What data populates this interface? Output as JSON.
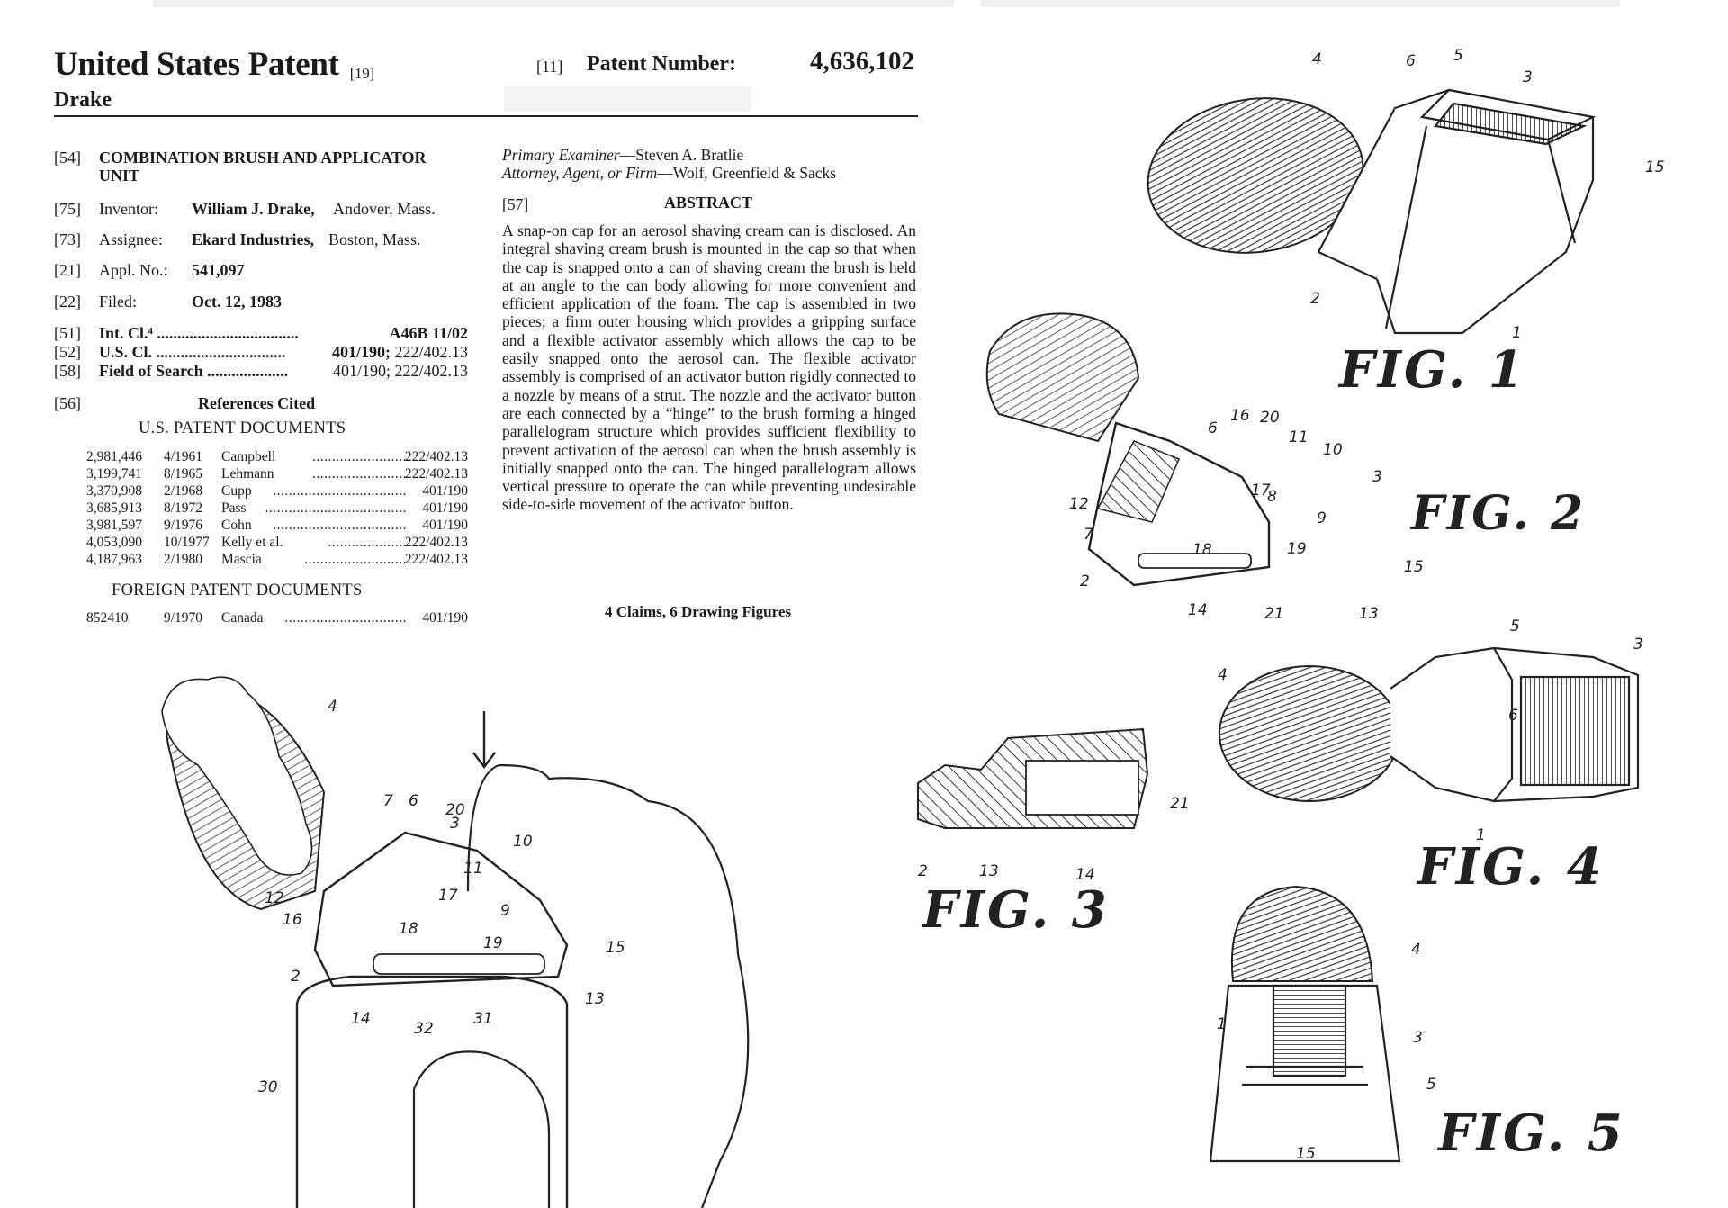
{
  "header": {
    "title": "United States Patent",
    "title_code": "[19]",
    "inventor_surname": "Drake",
    "patent_number_code": "[11]",
    "patent_number_label": "Patent Number:",
    "patent_number": "4,636,102"
  },
  "biblio": [
    {
      "code": "[54]",
      "text": "COMBINATION BRUSH AND APPLICATOR",
      "text2": "UNIT"
    },
    {
      "code": "[75]",
      "label": "Inventor:",
      "name": "William J. Drake,",
      "place": "Andover, Mass."
    },
    {
      "code": "[73]",
      "label": "Assignee:",
      "name": "Ekard Industries,",
      "place": "Boston, Mass."
    },
    {
      "code": "[21]",
      "label": "Appl. No.:",
      "value": "541,097"
    },
    {
      "code": "[22]",
      "label": "Filed:",
      "value": "Oct. 12, 1983"
    },
    {
      "code": "[51]",
      "label": "Int. Cl.⁴ ...................................",
      "value": "A46B 11/02"
    },
    {
      "code": "[52]",
      "label": "U.S. Cl. ................................",
      "value_bold": "401/190;",
      "value": "222/402.13"
    },
    {
      "code": "[58]",
      "label": "Field of Search ....................",
      "value": "401/190; 222/402.13"
    },
    {
      "code": "[56]",
      "label": "References Cited"
    }
  ],
  "us_patent_documents_heading": "U.S. PATENT DOCUMENTS",
  "us_patent_documents": [
    {
      "number": "2,981,446",
      "date": "4/1961",
      "name": "Campbell",
      "dots": "........................",
      "class": "222/402.13"
    },
    {
      "number": "3,199,741",
      "date": "8/1965",
      "name": "Lehmann",
      "dots": "........................",
      "class": "222/402.13"
    },
    {
      "number": "3,370,908",
      "date": "2/1968",
      "name": "Cupp",
      "dots": "..................................",
      "class": "401/190"
    },
    {
      "number": "3,685,913",
      "date": "8/1972",
      "name": "Pass",
      "dots": "....................................",
      "class": "401/190"
    },
    {
      "number": "3,981,597",
      "date": "9/1976",
      "name": "Cohn",
      "dots": "..................................",
      "class": "401/190"
    },
    {
      "number": "4,053,090",
      "date": "10/1977",
      "name": "Kelly et al.",
      "dots": "....................",
      "class": "222/402.13"
    },
    {
      "number": "4,187,963",
      "date": "2/1980",
      "name": "Mascia",
      "dots": "..........................",
      "class": "222/402.13"
    }
  ],
  "foreign_patent_documents_heading": "FOREIGN PATENT DOCUMENTS",
  "foreign_patent_documents": [
    {
      "number": "852410",
      "date": "9/1970",
      "name": "Canada",
      "dots": "...............................",
      "class": "401/190"
    }
  ],
  "examiner": {
    "primary_label": "Primary Examiner",
    "primary_name": "—Steven A. Bratlie",
    "attorney_label": "Attorney, Agent, or Firm",
    "attorney_name": "—Wolf, Greenfield & Sacks"
  },
  "abstract_code": "[57]",
  "abstract_heading": "ABSTRACT",
  "abstract_text": "A snap-on cap for an aerosol shaving cream can is disclosed. An integral shaving cream brush is mounted in the cap so that when the cap is snapped onto a can of shaving cream the brush is held at an angle to the can body allowing for more convenient and efficient application of the foam. The cap is assembled in two pieces; a firm outer housing which provides a gripping surface and a flexible activator assembly which allows the cap to be easily snapped onto the aerosol can. The flexible activator assembly is comprised of an activator button rigidly connected to a nozzle by means of a strut. The nozzle and the activator button are each connected by a “hinge” to the brush forming a hinged parallelogram structure which provides sufficient flexibility to prevent activation of the aerosol can when the brush assembly is initially snapped onto the can. The hinged parallelogram allows vertical pressure to operate the can while preventing undesirable side-to-side movement of the activator button.",
  "claims_line": "4 Claims, 6 Drawing Figures",
  "figures": {
    "fig1": "FIG. 1",
    "fig2": "FIG. 2",
    "fig3": "FIG. 3",
    "fig4": "FIG. 4",
    "fig5": "FIG. 5"
  },
  "fig1_labels": [
    "4",
    "6",
    "5",
    "3",
    "15",
    "2",
    "1"
  ],
  "fig2_labels": [
    "6",
    "16",
    "20",
    "11",
    "10",
    "3",
    "12",
    "17",
    "8",
    "9",
    "7",
    "18",
    "19",
    "15",
    "2",
    "14",
    "21",
    "13"
  ],
  "fig3_labels": [
    "21",
    "2",
    "13",
    "14"
  ],
  "fig4_labels": [
    "5",
    "3",
    "4",
    "6",
    "1"
  ],
  "fig5_labels": [
    "4",
    "1",
    "3",
    "5",
    "15"
  ],
  "fig6_labels": [
    "4",
    "7",
    "6",
    "20",
    "3",
    "10",
    "12",
    "11",
    "16",
    "17",
    "18",
    "9",
    "19",
    "15",
    "2",
    "13",
    "14",
    "32",
    "31",
    "30"
  ]
}
